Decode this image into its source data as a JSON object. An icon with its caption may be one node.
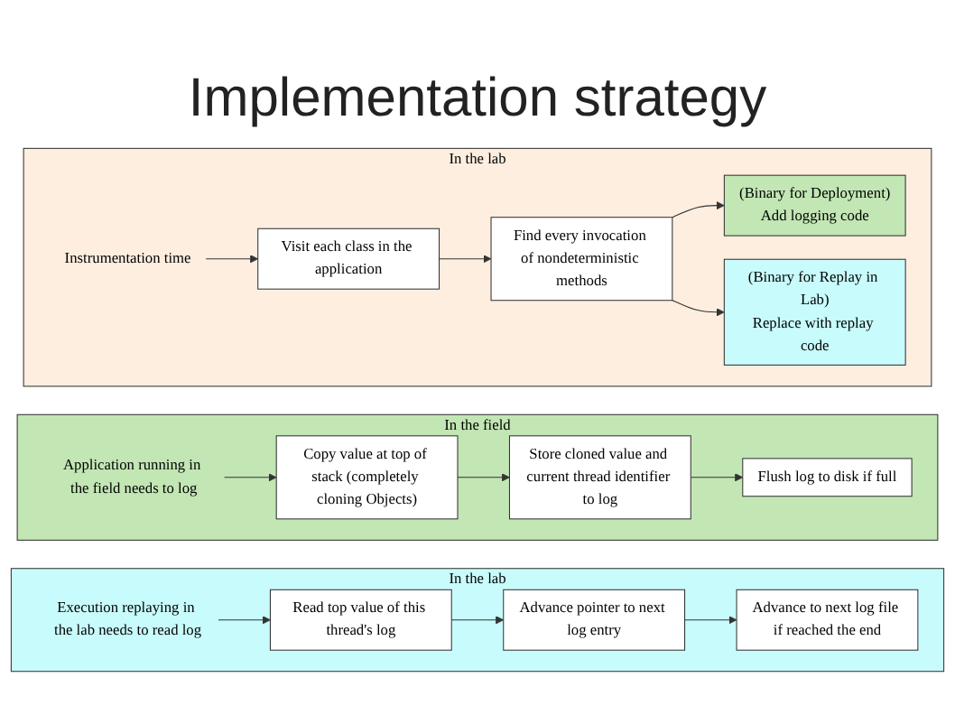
{
  "diagram": {
    "title": "Implementation strategy",
    "nodes": [
      {
        "text": [
          "In the lab"
        ]
      },
      {
        "text": [
          "Instrumentation time"
        ],
        "in": 0
      },
      {
        "text": [
          "Visit each class in the application"
        ],
        "in": 0
      },
      {
        "text": [
          "Find every invocation of nondeterministic methods"
        ],
        "in": 0
      },
      {
        "text": [
          "(Binary for Deployment)",
          "Add logging code"
        ],
        "in": 0
      },
      {
        "text": [
          "(Binary for Replay in Lab)",
          "Replace with replay code"
        ],
        "in": 0
      },
      {
        "text": [
          "In the field"
        ]
      },
      {
        "text": [
          "Application running in the field needs to log"
        ],
        "in": 6
      },
      {
        "text": [
          "Copy value at top of stack (completely cloning Objects)"
        ],
        "in": 6
      },
      {
        "text": [
          "Store cloned value and current thread identifier to log"
        ],
        "in": 6
      },
      {
        "text": [
          "Flush log to disk if full"
        ],
        "in": 6
      },
      {
        "text": [
          "In the lab"
        ]
      },
      {
        "text": [
          "Execution replaying in the lab needs to read log"
        ],
        "in": 11
      },
      {
        "text": [
          "Read top value of this thread's log"
        ],
        "in": 11
      },
      {
        "text": [
          "Advance pointer to next log entry"
        ],
        "in": 11
      },
      {
        "text": [
          "Advance to next log file if reached the end"
        ],
        "in": 11
      }
    ],
    "edges": [
      {
        "from": 1,
        "to": 2,
        "arrow": "to"
      },
      {
        "from": 2,
        "to": 3,
        "arrow": "to"
      },
      {
        "from": 3,
        "to": 4,
        "arrow": "to"
      },
      {
        "from": 3,
        "to": 5,
        "arrow": "to"
      },
      {
        "from": 7,
        "to": 8,
        "arrow": "to"
      },
      {
        "from": 8,
        "to": 9,
        "arrow": "to"
      },
      {
        "from": 9,
        "to": 10,
        "arrow": "to"
      },
      {
        "from": 12,
        "to": 13,
        "arrow": "to"
      },
      {
        "from": 13,
        "to": 14,
        "arrow": "to"
      },
      {
        "from": 14,
        "to": 15,
        "arrow": "to"
      }
    ]
  }
}
